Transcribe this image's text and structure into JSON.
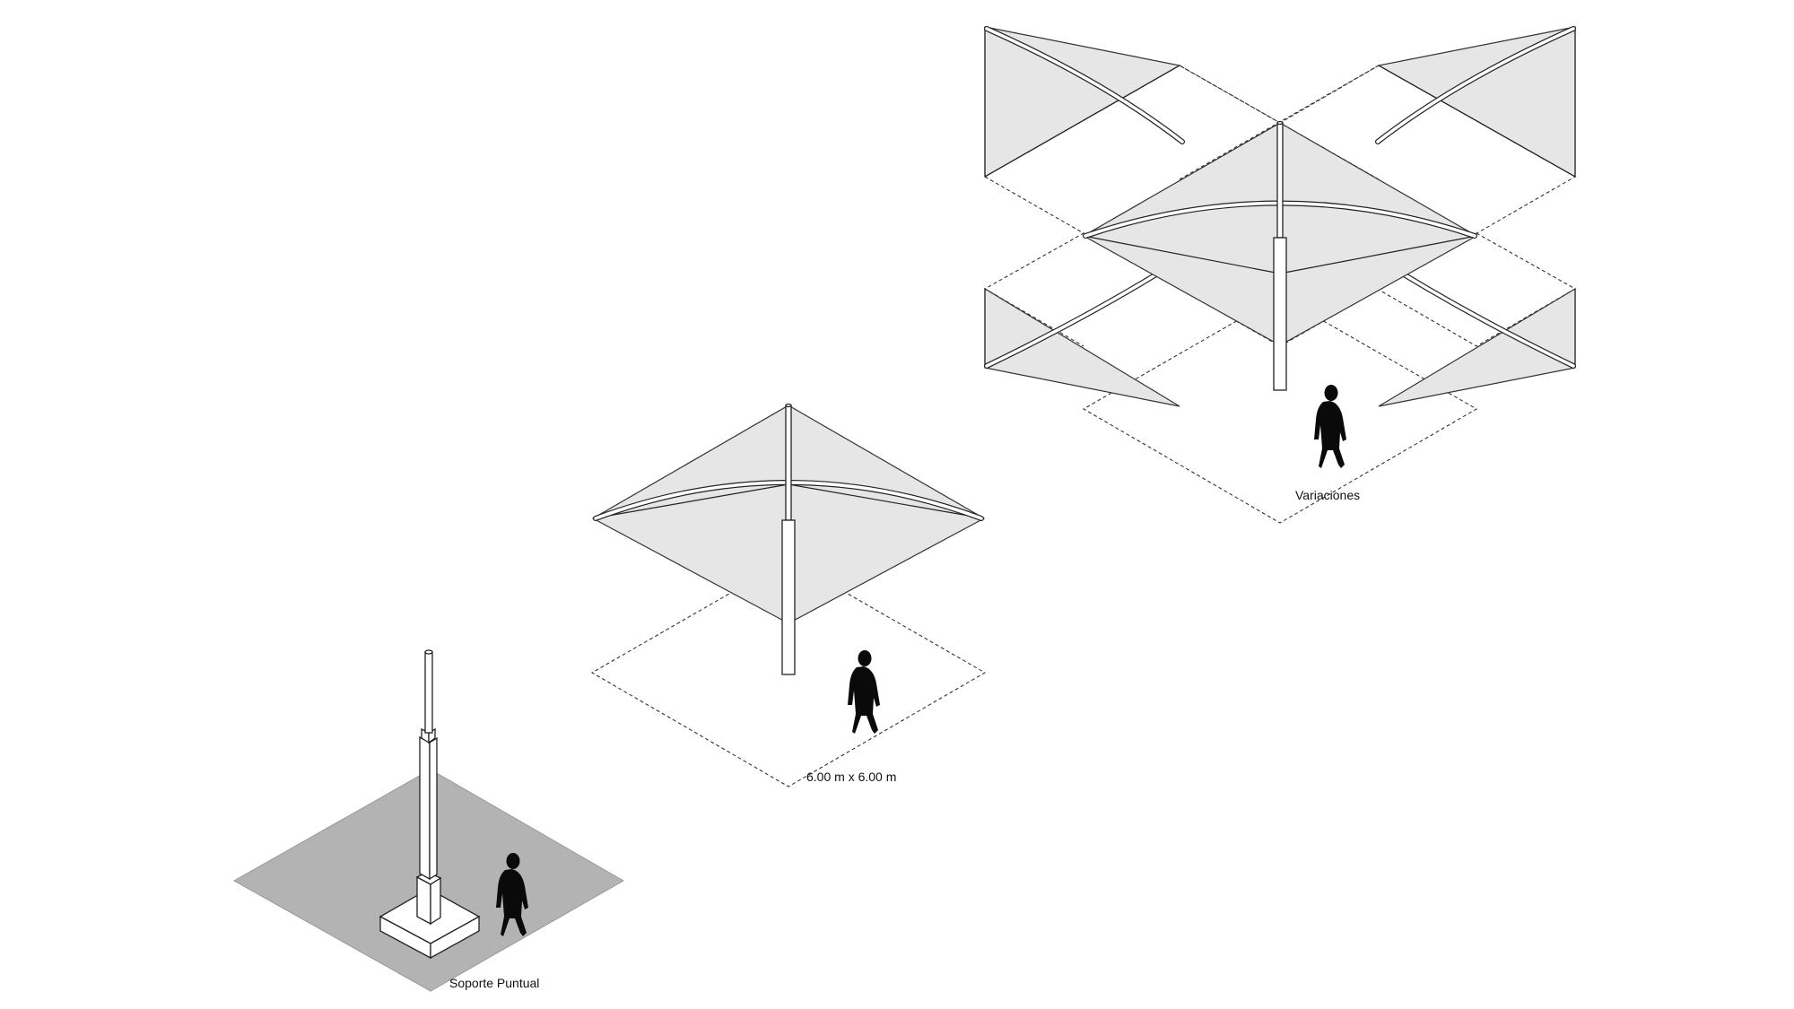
{
  "labels": {
    "soporte": "Soporte Puntual",
    "dimension": "6.00 m x 6.00 m",
    "variaciones": "Variaciones"
  },
  "colors": {
    "ground": "#b3b3b3",
    "membrane": "#e6e6e6",
    "line": "#222222",
    "person": "#0a0a0a"
  },
  "icons": [
    "person-silhouette-icon"
  ]
}
